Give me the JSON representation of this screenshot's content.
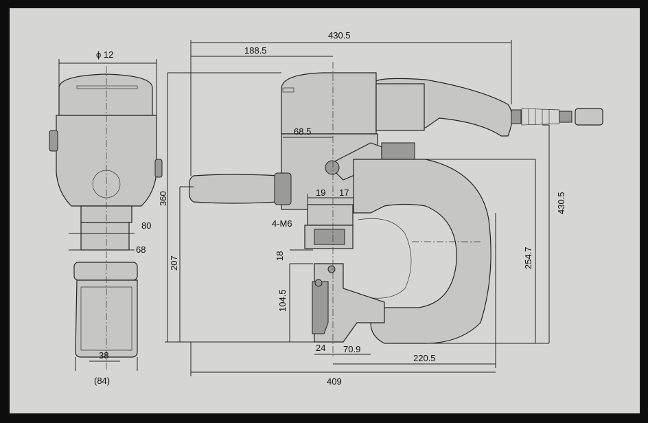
{
  "drawing": {
    "side_view": {
      "dia_label": "ϕ 12",
      "dim_80": "80",
      "dim_68": "68",
      "dim_38": "38",
      "dim_84": "(84)"
    },
    "front_view": {
      "dim_430_5_top": "430.5",
      "dim_188_5": "188.5",
      "dim_68_5": "68.5",
      "dim_19": "19",
      "dim_17": "17",
      "label_4m6": "4-M6",
      "dim_360": "360",
      "dim_207": "207",
      "dim_18": "18",
      "dim_104_5": "104.5",
      "dim_24": "24",
      "dim_70_9": "70.9",
      "dim_220_5": "220.5",
      "dim_409": "409",
      "dim_254_7": "254.7",
      "dim_430_5_right": "430.5"
    }
  }
}
